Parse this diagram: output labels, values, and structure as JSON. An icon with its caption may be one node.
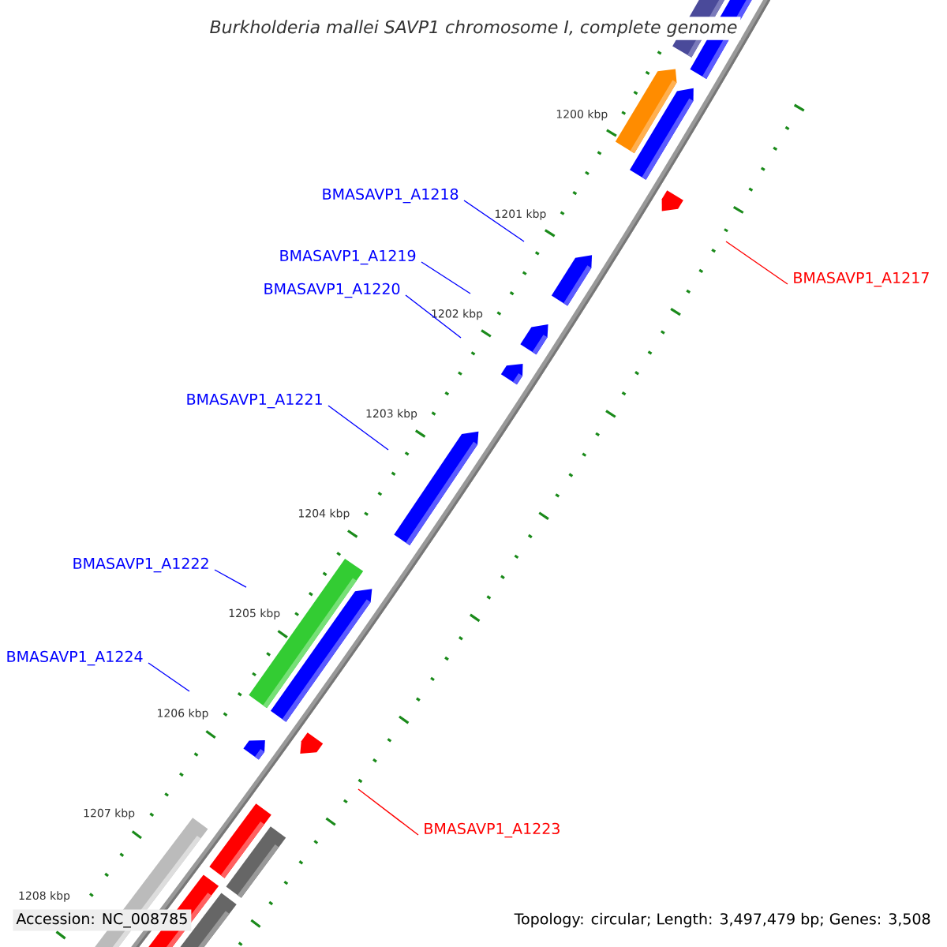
{
  "diagram": {
    "title": "Burkholderia mallei SAVP1 chromosome I, complete genome",
    "nodes": [
      {
        "text": [
          "BMASAVP1_A1218"
        ]
      },
      {
        "text": [
          "BMASAVP1_A1219"
        ]
      },
      {
        "text": [
          "BMASAVP1_A1217"
        ]
      },
      {
        "text": [
          "BMASAVP1_A1220"
        ]
      },
      {
        "text": [
          "BMASAVP1_A1221"
        ]
      },
      {
        "text": [
          "BMASAVP1_A1222"
        ]
      },
      {
        "text": [
          "BMASAVP1_A1224"
        ]
      },
      {
        "text": [
          "BMASAVP1_A1223"
        ]
      }
    ],
    "edges": [
      {
        "from": 0,
        "to": null,
        "arrow": "none"
      },
      {
        "from": 1,
        "to": null,
        "arrow": "none"
      },
      {
        "from": 2,
        "to": null,
        "arrow": "none",
        "color": "#ff0000"
      },
      {
        "from": 3,
        "to": null,
        "arrow": "none"
      },
      {
        "from": 4,
        "to": null,
        "arrow": "none"
      },
      {
        "from": 5,
        "to": null,
        "arrow": "none"
      },
      {
        "from": 6,
        "to": null,
        "arrow": "none"
      },
      {
        "from": 7,
        "to": null,
        "arrow": "none",
        "color": "#ff0000"
      }
    ],
    "labels": [
      "1200 kbp",
      "1201 kbp",
      "1202 kbp",
      "1203 kbp",
      "1204 kbp",
      "1205 kbp",
      "1206 kbp",
      "1207 kbp",
      "1208 kbp",
      "Accession: NC_008785",
      "Topology: circular; Length: 3,497,479 bp; Genes: 3,508"
    ]
  }
}
